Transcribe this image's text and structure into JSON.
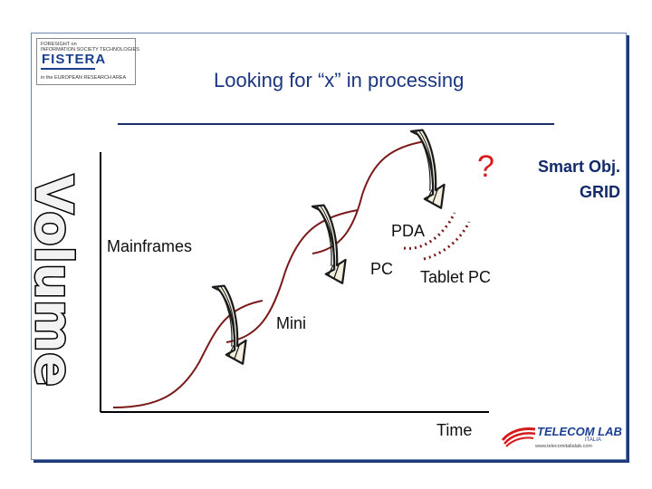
{
  "slide": {
    "title": "Looking for “x” in processing",
    "y_axis_label": "Volume",
    "x_axis_label": "Time"
  },
  "stages": {
    "mainframes": "Mainframes",
    "mini": "Mini",
    "pc": "PC",
    "pda": "PDA",
    "tablet_pc": "Tablet PC",
    "question": "?",
    "smart_obj": "Smart Obj.",
    "grid": "GRID"
  },
  "logos": {
    "fistera": {
      "line1": "FORESIGHT on",
      "line2": "INFORMATION SOCIETY TECHNOLOGIES",
      "name": "FISTERA",
      "line3": "in the EUROPEAN RESEARCH AREA"
    },
    "telecom_lab": {
      "name": "TELECOM LAB",
      "sub": "ITALIA",
      "url": "www.telecomitalialab.com"
    }
  },
  "colors": {
    "curve": "#7a1a1a",
    "axis": "#000000",
    "title": "#1b3680",
    "question": "#d81a1a",
    "arrow_fill": "#f4efdf",
    "arrow_stroke": "#1a1a1a",
    "volume_text": "#f2f2f2"
  },
  "icons": [
    "arrow-icon"
  ]
}
